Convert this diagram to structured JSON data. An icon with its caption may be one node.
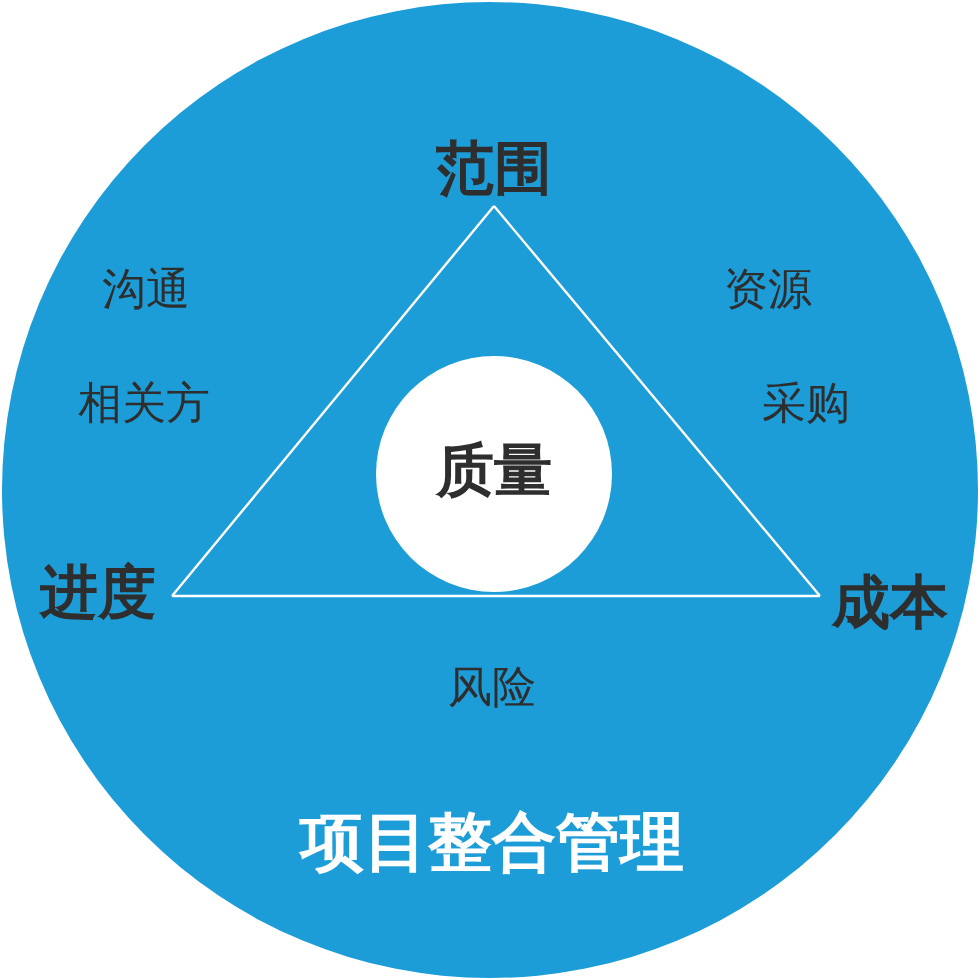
{
  "diagram": {
    "nodes": [
      {
        "text": [
          "项目整合管理"
        ]
      },
      {
        "text": [
          "范围"
        ],
        "in": 0
      },
      {
        "text": [
          "进度"
        ],
        "in": 0
      },
      {
        "text": [
          "成本"
        ],
        "in": 0
      },
      {
        "text": [
          "质量"
        ],
        "in": 0
      }
    ],
    "edges": [
      {
        "from": 1,
        "to": 2,
        "arrow": "none"
      },
      {
        "from": 2,
        "to": 3,
        "arrow": "none"
      },
      {
        "from": 3,
        "to": 1,
        "arrow": "none"
      }
    ],
    "labels": [
      "沟通",
      "资源",
      "相关方",
      "采购",
      "风险"
    ]
  }
}
